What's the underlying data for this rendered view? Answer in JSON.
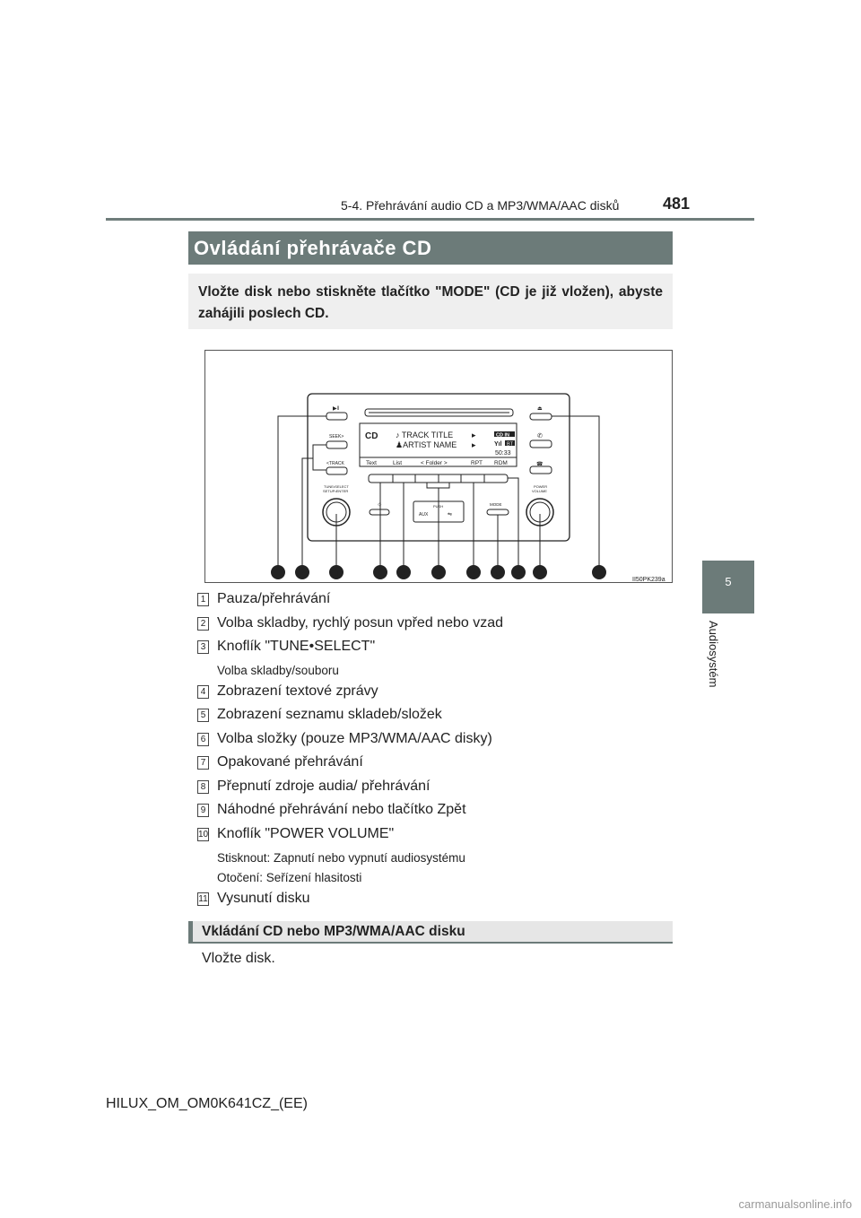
{
  "header": {
    "section": "5-4. Přehrávání audio CD a MP3/WMA/AAC disků",
    "page": "481"
  },
  "title": "Ovládání přehrávače CD",
  "intro": "Vložte disk nebo stiskněte tlačítko \"MODE\" (CD je již vložen), abyste zahájili poslech CD.",
  "diagram": {
    "display": {
      "source": "CD",
      "track": "♪ TRACK TITLE",
      "artist": "♟ARTIST NAME",
      "cd_in": "CD IN",
      "bt": "BT",
      "time": "50:33",
      "soft_keys": [
        "Text",
        "List",
        "< Folder >",
        "RPT",
        "RDM"
      ]
    },
    "buttons": {
      "seek": "SEEK>",
      "track": "<TRACK",
      "tune": "TUNE•SELECT",
      "setup": "SETUP•ENTER",
      "push": "PUSH",
      "aux": "AUX",
      "mode": "MODE",
      "power": "POWER",
      "volume": "VOLUME"
    },
    "callouts": [
      "1",
      "2",
      "3",
      "4",
      "5",
      "6",
      "7",
      "8",
      "9",
      "10",
      "11"
    ],
    "code": "II50PK239a"
  },
  "items": [
    {
      "n": "1",
      "text": "Pauza/přehrávání"
    },
    {
      "n": "2",
      "text": "Volba skladby, rychlý posun vpřed nebo vzad"
    },
    {
      "n": "3",
      "text": "Knoflík \"TUNE•SELECT\"",
      "sub": [
        "Volba skladby/souboru"
      ]
    },
    {
      "n": "4",
      "text": "Zobrazení textové zprávy"
    },
    {
      "n": "5",
      "text": "Zobrazení seznamu skladeb/složek"
    },
    {
      "n": "6",
      "text": "Volba složky (pouze MP3/WMA/AAC disky)"
    },
    {
      "n": "7",
      "text": "Opakované přehrávání"
    },
    {
      "n": "8",
      "text": "Přepnutí zdroje audia/ přehrávání"
    },
    {
      "n": "9",
      "text": "Náhodné přehrávání nebo tlačítko Zpět"
    },
    {
      "n": "10",
      "text": "Knoflík \"POWER VOLUME\"",
      "sub": [
        "Stisknout: Zapnutí nebo vypnutí audiosystému",
        "Otočení: Seřízení hlasitosti"
      ]
    },
    {
      "n": "11",
      "text": "Vysunutí disku"
    }
  ],
  "section2": "Vkládání CD nebo MP3/WMA/AAC disku",
  "insert": "Vložte disk.",
  "side_tab": {
    "chapter": "5",
    "label": "Audiosystém"
  },
  "footer": "HILUX_OM_OM0K641CZ_(EE)",
  "watermark": "carmanualsonline.info"
}
